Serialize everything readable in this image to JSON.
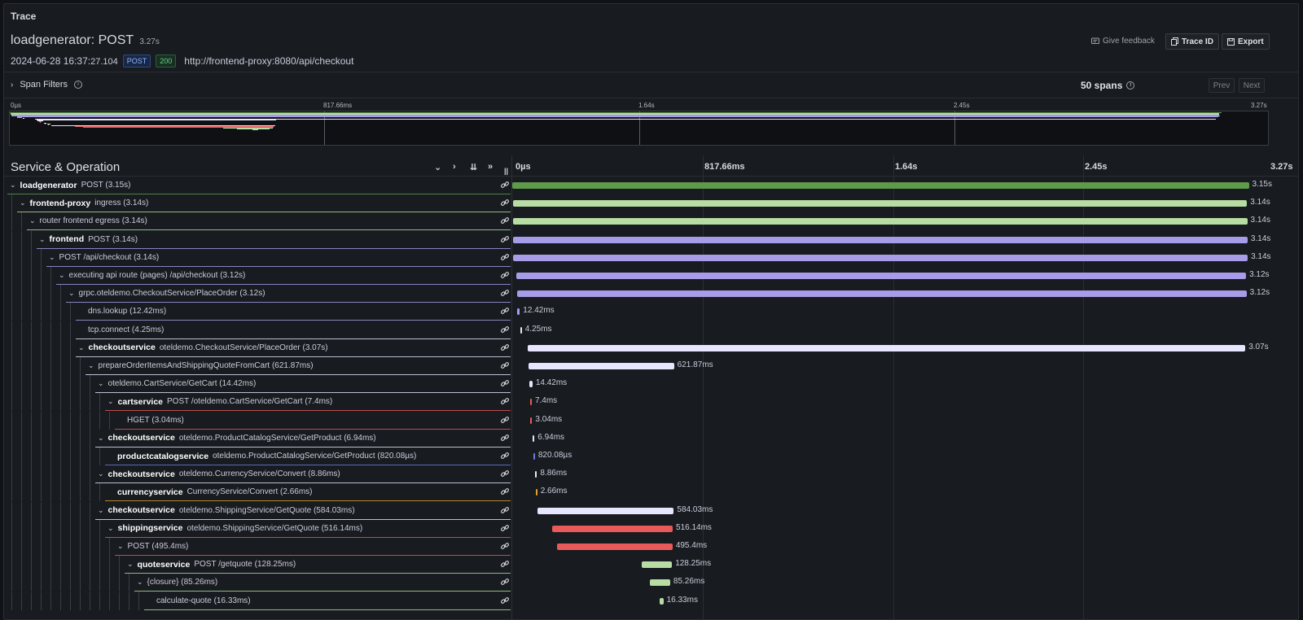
{
  "panel": {
    "title": "Trace"
  },
  "trace": {
    "name": "loadgenerator: POST",
    "duration": "3.27s",
    "date_main": "2024-06-28 16:37:",
    "date_ms": "27.104",
    "method": "POST",
    "status": "200",
    "url": "http://frontend-proxy:8080/api/checkout"
  },
  "actions": {
    "feedback": "Give feedback",
    "trace_id": "Trace ID",
    "export": "Export"
  },
  "filters": {
    "label": "Span Filters",
    "spans": "50 spans",
    "prev": "Prev",
    "next": "Next"
  },
  "ticks": [
    "0µs",
    "817.66ms",
    "1.64s",
    "2.45s",
    "3.27s"
  ],
  "header": {
    "title": "Service & Operation"
  },
  "colors": {
    "loadgenerator": "#5f9a4a",
    "frontend-proxy": "#b7dca4",
    "frontend": "#a79ce8",
    "checkoutservice": "#e8e6ff",
    "cartservice": "#e85a5a",
    "productcatalog": "#6b7fe0",
    "currency": "#e0a428",
    "shipping": "#e85a5a",
    "quote": "#b7dca4"
  },
  "rows": [
    {
      "depth": 0,
      "svc": "loadgenerator",
      "op": "POST (3.15s)",
      "start": 0.0,
      "dur": 3.15,
      "label": "3.15s",
      "color": "loadgenerator"
    },
    {
      "depth": 1,
      "svc": "frontend-proxy",
      "op": "ingress (3.14s)",
      "start": 0.002,
      "dur": 3.14,
      "label": "3.14s",
      "color": "frontend-proxy"
    },
    {
      "depth": 2,
      "svc": "",
      "op": "router frontend egress (3.14s)",
      "start": 0.003,
      "dur": 3.14,
      "label": "3.14s",
      "color": "frontend-proxy"
    },
    {
      "depth": 3,
      "svc": "frontend",
      "op": "POST (3.14s)",
      "start": 0.004,
      "dur": 3.14,
      "label": "3.14s",
      "color": "frontend"
    },
    {
      "depth": 4,
      "svc": "",
      "op": "POST /api/checkout (3.14s)",
      "start": 0.005,
      "dur": 3.14,
      "label": "3.14s",
      "color": "frontend"
    },
    {
      "depth": 5,
      "svc": "",
      "op": "executing api route (pages) /api/checkout (3.12s)",
      "start": 0.018,
      "dur": 3.12,
      "label": "3.12s",
      "color": "frontend"
    },
    {
      "depth": 6,
      "svc": "",
      "op": "grpc.oteldemo.CheckoutService/PlaceOrder (3.12s)",
      "start": 0.02,
      "dur": 3.12,
      "label": "3.12s",
      "color": "frontend"
    },
    {
      "depth": 7,
      "svc": "",
      "op": "dns.lookup (12.42ms)",
      "start": 0.02,
      "dur": 0.01242,
      "label": "12.42ms",
      "color": "frontend"
    },
    {
      "depth": 7,
      "svc": "",
      "op": "tcp.connect (4.25ms)",
      "start": 0.034,
      "dur": 0.00425,
      "label": "4.25ms",
      "color": "checkoutservice"
    },
    {
      "depth": 7,
      "svc": "checkoutservice",
      "op": "oteldemo.CheckoutService/PlaceOrder (3.07s)",
      "start": 0.065,
      "dur": 3.07,
      "label": "3.07s",
      "color": "checkoutservice"
    },
    {
      "depth": 8,
      "svc": "",
      "op": "prepareOrderItemsAndShippingQuoteFromCart (621.87ms)",
      "start": 0.07,
      "dur": 0.62187,
      "label": "621.87ms",
      "color": "checkoutservice"
    },
    {
      "depth": 9,
      "svc": "",
      "op": "oteldemo.CartService/GetCart (14.42ms)",
      "start": 0.072,
      "dur": 0.01442,
      "label": "14.42ms",
      "color": "checkoutservice"
    },
    {
      "depth": 10,
      "svc": "cartservice",
      "op": "POST /oteldemo.CartService/GetCart (7.4ms)",
      "start": 0.076,
      "dur": 0.0074,
      "label": "7.4ms",
      "color": "cartservice"
    },
    {
      "depth": 11,
      "svc": "",
      "op": "HGET (3.04ms)",
      "start": 0.078,
      "dur": 0.00304,
      "label": "3.04ms",
      "color": "cartservice"
    },
    {
      "depth": 9,
      "svc": "checkoutservice",
      "op": "oteldemo.ProductCatalogService/GetProduct (6.94ms)",
      "start": 0.088,
      "dur": 0.00694,
      "label": "6.94ms",
      "color": "checkoutservice"
    },
    {
      "depth": 10,
      "svc": "productcatalogservice",
      "op": "oteldemo.ProductCatalogService/GetProduct (820.08µs)",
      "start": 0.09,
      "dur": 0.00082,
      "label": "820.08µs",
      "color": "productcatalog"
    },
    {
      "depth": 9,
      "svc": "checkoutservice",
      "op": "oteldemo.CurrencyService/Convert (8.86ms)",
      "start": 0.097,
      "dur": 0.00886,
      "label": "8.86ms",
      "color": "checkoutservice"
    },
    {
      "depth": 10,
      "svc": "currencyservice",
      "op": "CurrencyService/Convert (2.66ms)",
      "start": 0.1,
      "dur": 0.00266,
      "label": "2.66ms",
      "color": "currency"
    },
    {
      "depth": 9,
      "svc": "checkoutservice",
      "op": "oteldemo.ShippingService/GetQuote (584.03ms)",
      "start": 0.107,
      "dur": 0.58403,
      "label": "584.03ms",
      "color": "checkoutservice"
    },
    {
      "depth": 10,
      "svc": "shippingservice",
      "op": "oteldemo.ShippingService/GetQuote (516.14ms)",
      "start": 0.17,
      "dur": 0.51614,
      "label": "516.14ms",
      "color": "shipping"
    },
    {
      "depth": 11,
      "svc": "",
      "op": "POST (495.4ms)",
      "start": 0.19,
      "dur": 0.4954,
      "label": "495.4ms",
      "color": "shipping"
    },
    {
      "depth": 12,
      "svc": "quoteservice",
      "op": "POST /getquote (128.25ms)",
      "start": 0.555,
      "dur": 0.12825,
      "label": "128.25ms",
      "color": "quote"
    },
    {
      "depth": 13,
      "svc": "",
      "op": "{closure} (85.26ms)",
      "start": 0.59,
      "dur": 0.08526,
      "label": "85.26ms",
      "color": "quote"
    },
    {
      "depth": 14,
      "svc": "",
      "op": "calculate-quote (16.33ms)",
      "start": 0.63,
      "dur": 0.01633,
      "label": "16.33ms",
      "color": "quote"
    }
  ]
}
